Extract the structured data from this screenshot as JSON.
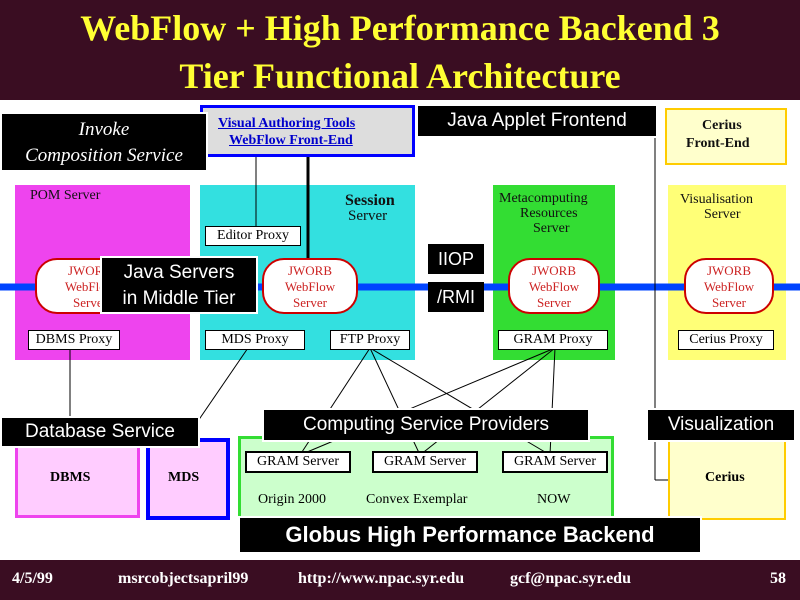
{
  "header": {
    "title_line1": "WebFlow + High Performance Backend 3",
    "title_line2": "Tier Functional Architecture"
  },
  "top": {
    "visual_tools": "Visual Authoring Tools",
    "webflow_frontend": "WebFlow Front-End",
    "java_applet": "Java Applet Frontend",
    "cerius_fe_1": "Cerius",
    "cerius_fe_2": "Front-End"
  },
  "callouts": {
    "invoke_1": "Invoke",
    "invoke_2": "Composition Service",
    "java_servers_1": "Java Servers",
    "java_servers_2": "in Middle Tier",
    "database_service": "Database Service",
    "computing_service": "Computing Service Providers",
    "visualization": "Visualization",
    "globus": "Globus High Performance Backend"
  },
  "middle": {
    "pom_server": "POM Server",
    "session_1": "Session",
    "session_2": "Server",
    "editor_proxy": "Editor Proxy",
    "meta_1": "Metacomputing",
    "meta_2": "Resources",
    "meta_3": "Server",
    "vis_1": "Visualisation",
    "vis_2": "Server",
    "iiop": "IIOP",
    "rmi": "/RMI",
    "jworb_1": "JWORB",
    "jworb_2": "WebFlow",
    "jworb_3": "Server",
    "dbms_proxy": "DBMS Proxy",
    "mds_proxy": "MDS Proxy",
    "ftp_proxy": "FTP Proxy",
    "gram_proxy": "GRAM Proxy",
    "cerius_proxy": "Cerius Proxy"
  },
  "bottom": {
    "dbms": "DBMS",
    "mds": "MDS",
    "gram_server": "GRAM Server",
    "origin": "Origin 2000",
    "convex": "Convex Exemplar",
    "now": "NOW",
    "cerius": "Cerius"
  },
  "footer": {
    "date": "4/5/99",
    "file": "msrcobjectsapril99",
    "url": "http://www.npac.syr.edu",
    "email": "gcf@npac.syr.edu",
    "page": "58"
  },
  "colors": {
    "header_bg": "#3a0d22",
    "title": "#ffff33",
    "pink": "#ee44ee",
    "cyan": "#33e0e0",
    "green": "#33dd33",
    "yellow": "#ffff77",
    "bus": "#0044ff"
  }
}
